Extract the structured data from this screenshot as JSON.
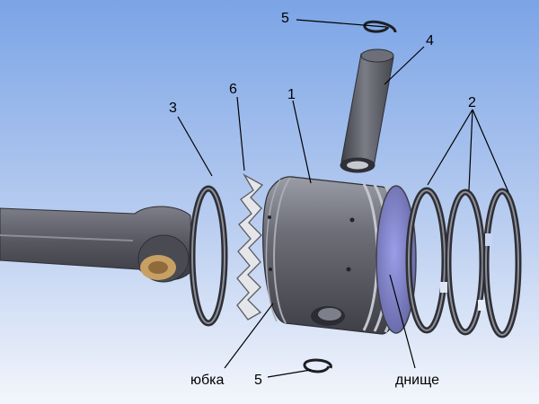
{
  "labels": {
    "piston": "1",
    "rings": "2",
    "ring_left": "3",
    "pin": "4",
    "circlip_top": "5",
    "circlip_bottom": "5",
    "expander": "6",
    "skirt": "юбка",
    "crown": "днище"
  },
  "colors": {
    "background_top": "#7ea6e8",
    "background_bottom": "#f2f5fb",
    "metal_dark": "#3c3d44",
    "metal_mid": "#6f7079",
    "metal_light": "#a9abb6",
    "bushing": "#c8a064"
  }
}
